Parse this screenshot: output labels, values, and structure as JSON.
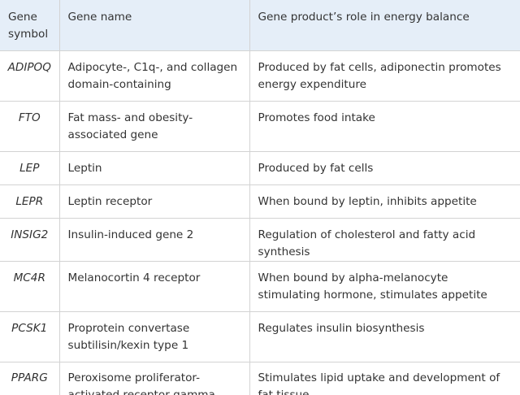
{
  "header": {
    "symbol": "Gene symbol",
    "name": "Gene name",
    "role": "Gene product’s role in energy balance"
  },
  "rows": [
    {
      "symbol": "ADIPOQ",
      "name": "Adipocyte-, C1q-, and collagen domain-containing",
      "role": "Produced by fat cells, adiponectin promotes energy expenditure"
    },
    {
      "symbol": "FTO",
      "name": "Fat mass- and obesity-associated gene",
      "role": "Promotes food intake"
    },
    {
      "symbol": "LEP",
      "name": "Leptin",
      "role": "Produced by fat cells"
    },
    {
      "symbol": "LEPR",
      "name": "Leptin receptor",
      "role": "When bound by leptin, inhibits appetite"
    },
    {
      "symbol": "INSIG2",
      "name": "Insulin-induced gene 2",
      "role": "Regulation of cholesterol and fatty acid synthesis"
    },
    {
      "symbol": "MC4R",
      "name": "Melanocortin 4 receptor",
      "role": "When bound by alpha-melanocyte stimulating hormone, stimulates appetite"
    },
    {
      "symbol": "PCSK1",
      "name": "Proprotein convertase subtilisin/kexin type 1",
      "role": "Regulates insulin biosynthesis"
    },
    {
      "symbol": "PPARG",
      "name": "Peroxisome proliferator-activated receptor gamma",
      "role": "Stimulates lipid uptake and development of fat tissue"
    }
  ]
}
